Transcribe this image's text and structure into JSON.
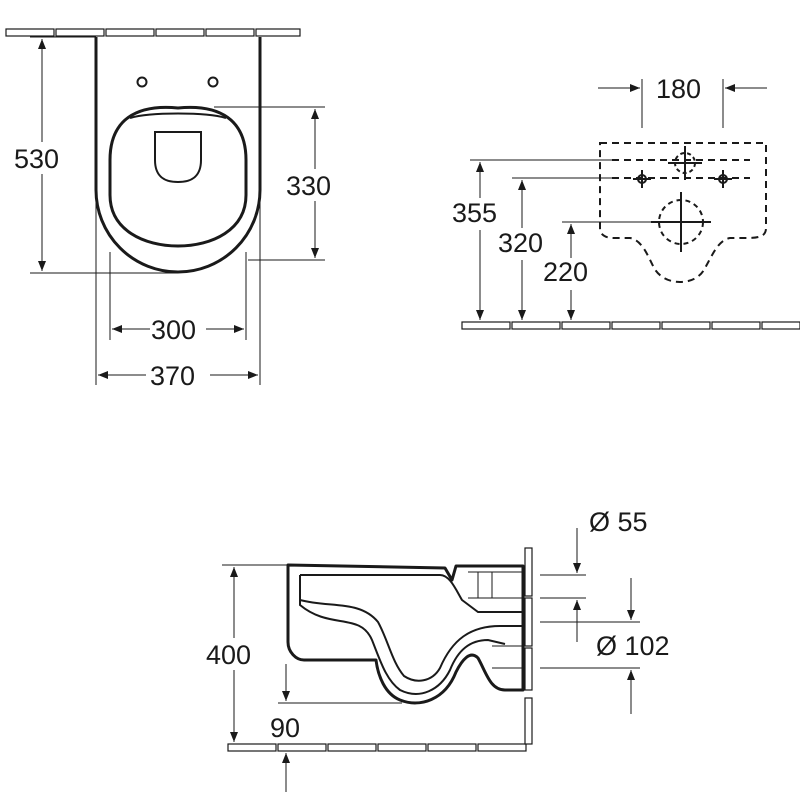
{
  "top_view": {
    "dim_length": "530",
    "dim_opening": "330",
    "dim_inner_width": "300",
    "dim_outer_width": "370"
  },
  "rear_view": {
    "dim_bolt_spacing": "180",
    "dim_bolt_height": "355",
    "dim_mid_height": "320",
    "dim_outlet_height": "220"
  },
  "side_view": {
    "dim_inlet_diameter": "Ø 55",
    "dim_outlet_diameter": "Ø 102",
    "dim_total_height": "400",
    "dim_outlet_offset": "90"
  }
}
